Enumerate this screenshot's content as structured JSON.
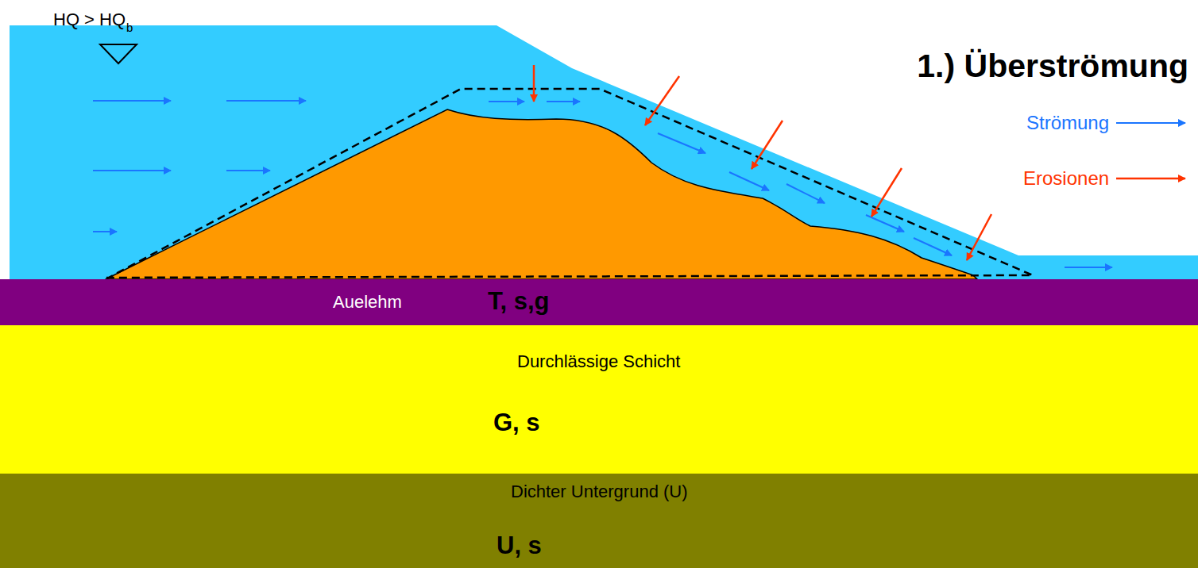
{
  "diagram": {
    "title": "1.) Überströmung",
    "nodes": [
      {
        "text": [
          "Auelehm",
          "T, s,g"
        ]
      },
      {
        "text": [
          "Durchlässige Schicht",
          "G, s"
        ]
      },
      {
        "text": [
          "Dichter Untergrund (U)",
          "U, s"
        ]
      }
    ],
    "labels": [
      "HQ > HQ",
      "b"
    ],
    "legend": [
      {
        "text": "Strömung"
      },
      {
        "text": "Erosionen"
      }
    ]
  }
}
